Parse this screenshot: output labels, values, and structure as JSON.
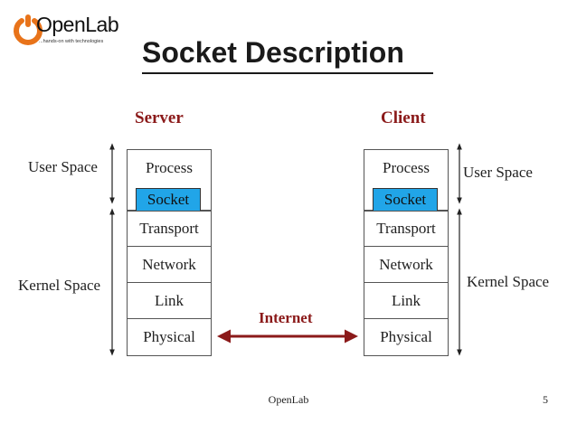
{
  "logo": {
    "wordmark": "OpenLab",
    "tagline": "...hands-on with technologies",
    "accent_color": "#e8731a"
  },
  "title": "Socket Description",
  "server": {
    "heading": "Server",
    "user_space_label": "User Space",
    "kernel_space_label": "Kernel Space",
    "layers": [
      "Process",
      "Socket",
      "Transport",
      "Network",
      "Link",
      "Physical"
    ]
  },
  "client": {
    "heading": "Client",
    "user_space_label": "User Space",
    "kernel_space_label": "Kernel Space",
    "layers": [
      "Process",
      "Socket",
      "Transport",
      "Network",
      "Link",
      "Physical"
    ]
  },
  "internet_label": "Internet",
  "colors": {
    "heading": "#8b1a1a",
    "socket_fill": "#21a5e8",
    "internet_arrow": "#8b1a1a"
  },
  "footer": {
    "center": "OpenLab",
    "page": "5"
  }
}
